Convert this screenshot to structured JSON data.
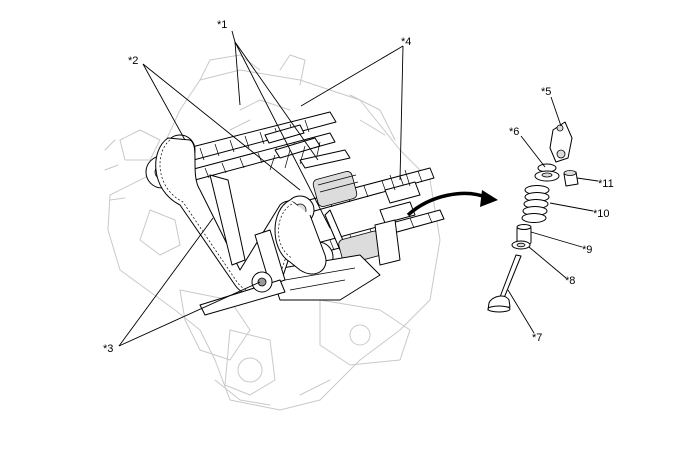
{
  "callouts": {
    "c1": "*1",
    "c2": "*2",
    "c3": "*3",
    "c4": "*4",
    "c5": "*5",
    "c6": "*6",
    "c7": "*7",
    "c8": "*8",
    "c9": "*9",
    "c10": "*10",
    "c11": "*11"
  }
}
